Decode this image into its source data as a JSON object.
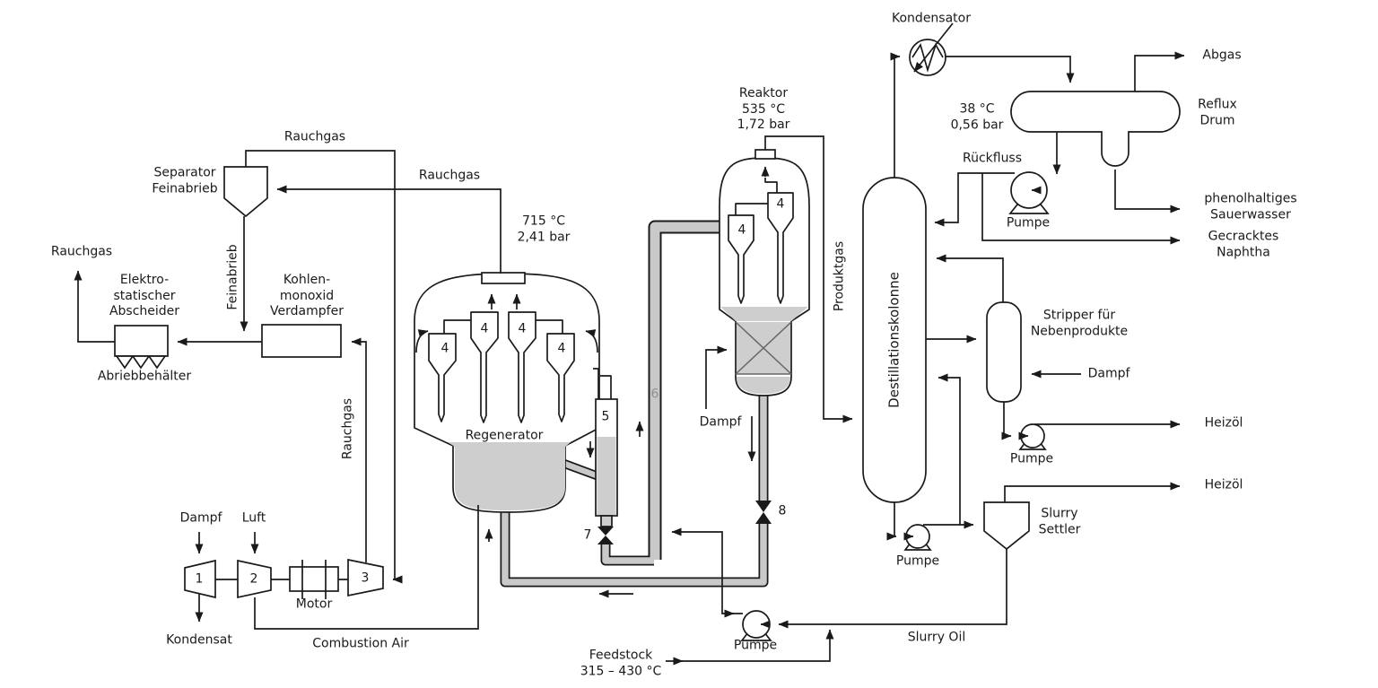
{
  "equipment": {
    "separator": {
      "label": "Separator\nFeinabrieb"
    },
    "esp": {
      "label": "Elektro-\nstatischer\nAbscheider",
      "hopper": "Abriebbehälter"
    },
    "co_boiler": {
      "label": "Kohlen-\nmonoxid\nVerdampfer"
    },
    "regenerator": {
      "label": "Regenerator",
      "conditions": "715 °C\n2,41 bar"
    },
    "reactor": {
      "label": "Reaktor\n535 °C\n1,72 bar"
    },
    "column": {
      "label": "Destillationskolonne"
    },
    "condenser": {
      "label": "Kondensator",
      "conditions": "38 °C\n0,56 bar"
    },
    "reflux_drum": {
      "label": "Reflux\nDrum"
    },
    "stripper": {
      "label": "Stripper für\nNebenprodukte"
    },
    "slurry_settler": {
      "label": "Slurry\nSettler"
    },
    "motor": {
      "label": "Motor"
    },
    "pump_feed": {
      "label": "Pumpe"
    },
    "pump_reflux": {
      "label": "Pumpe"
    },
    "pump_bottoms": {
      "label": "Pumpe"
    },
    "pump_stripper": {
      "label": "Pumpe"
    },
    "numbered": {
      "n1": "1",
      "n2": "2",
      "n3": "3",
      "n4": "4",
      "n5": "5",
      "n6": "6",
      "n7": "7",
      "n8": "8"
    }
  },
  "streams": {
    "rauchgas_top": "Rauchgas",
    "rauchgas_regen": "Rauchgas",
    "rauchgas_stack": "Rauchgas",
    "rauchgas_expander": "Rauchgas",
    "feinabrieb": "Feinabrieb",
    "dampf_turbine": "Dampf",
    "luft": "Luft",
    "kondensat": "Kondensat",
    "combustion_air": "Combustion Air",
    "feedstock": "Feedstock\n315 – 430 °C",
    "dampf_reactor": "Dampf",
    "produktgas": "Produktgas",
    "rueckfluss": "Rückfluss",
    "abgas": "Abgas",
    "sauerwasser": "phenolhaltiges\nSauerwasser",
    "naphtha": "Gecracktes\nNaphtha",
    "dampf_stripper": "Dampf",
    "heizoel_1": "Heizöl",
    "heizoel_2": "Heizöl",
    "slurry_oil": "Slurry Oil"
  },
  "colors": {
    "line": "#1a1a1a",
    "pipe_fill": "#c9c9c9",
    "catalyst_bed": "#cecece",
    "background": "#ffffff",
    "riser_number": "#8f8f8f"
  }
}
